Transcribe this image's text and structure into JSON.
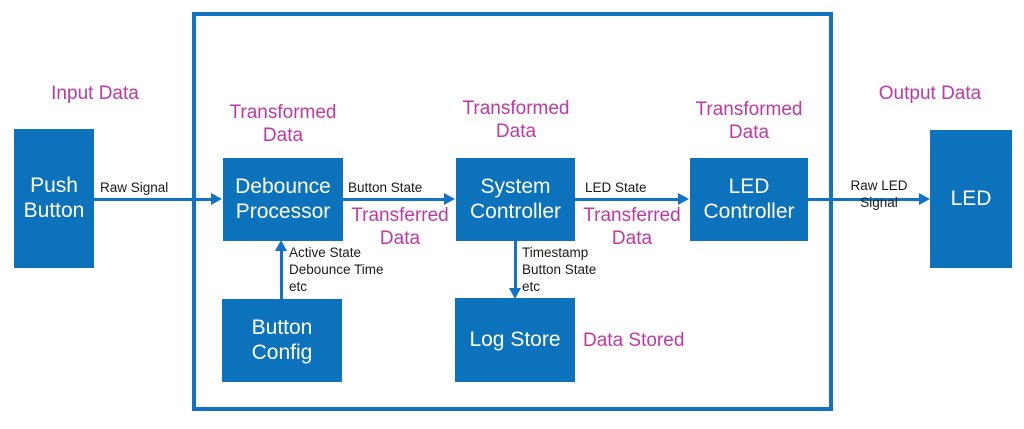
{
  "diagram": {
    "type": "block-dataflow-diagram",
    "colors": {
      "node_fill": "#0B72BB",
      "node_text": "#FFFFFF",
      "connector": "#1272C4",
      "boundary": "#1272C4",
      "annotation_pink": "#BE39A5",
      "annotation_black": "#1A1A1A",
      "background": "#FFFFFF"
    },
    "nodes": [
      {
        "id": "push-button",
        "line1": "Push",
        "line2": "Button"
      },
      {
        "id": "debounce-processor",
        "line1": "Debounce",
        "line2": "Processor"
      },
      {
        "id": "button-config",
        "line1": "Button",
        "line2": "Config"
      },
      {
        "id": "system-controller",
        "line1": "System",
        "line2": "Controller"
      },
      {
        "id": "log-store",
        "line1": "Log Store",
        "line2": ""
      },
      {
        "id": "led-controller",
        "line1": "LED",
        "line2": "Controller"
      },
      {
        "id": "led",
        "line1": "LED",
        "line2": ""
      }
    ],
    "flow_labels": {
      "raw_signal": "Raw Signal",
      "button_state": "Button State",
      "led_state": "LED State",
      "raw_led_signal": "Raw LED\nSignal",
      "config_fields": "Active State\nDebounce Time\netc",
      "log_fields": "Timestamp\nButton State\netc"
    },
    "annotations": {
      "input_data": "Input Data",
      "output_data": "Output Data",
      "transformed_data_1": "Transformed\nData",
      "transformed_data_2": "Transformed\nData",
      "transformed_data_3": "Transformed\nData",
      "transferred_data_1": "Transferred\nData",
      "transferred_data_2": "Transferred\nData",
      "data_stored": "Data Stored"
    }
  }
}
